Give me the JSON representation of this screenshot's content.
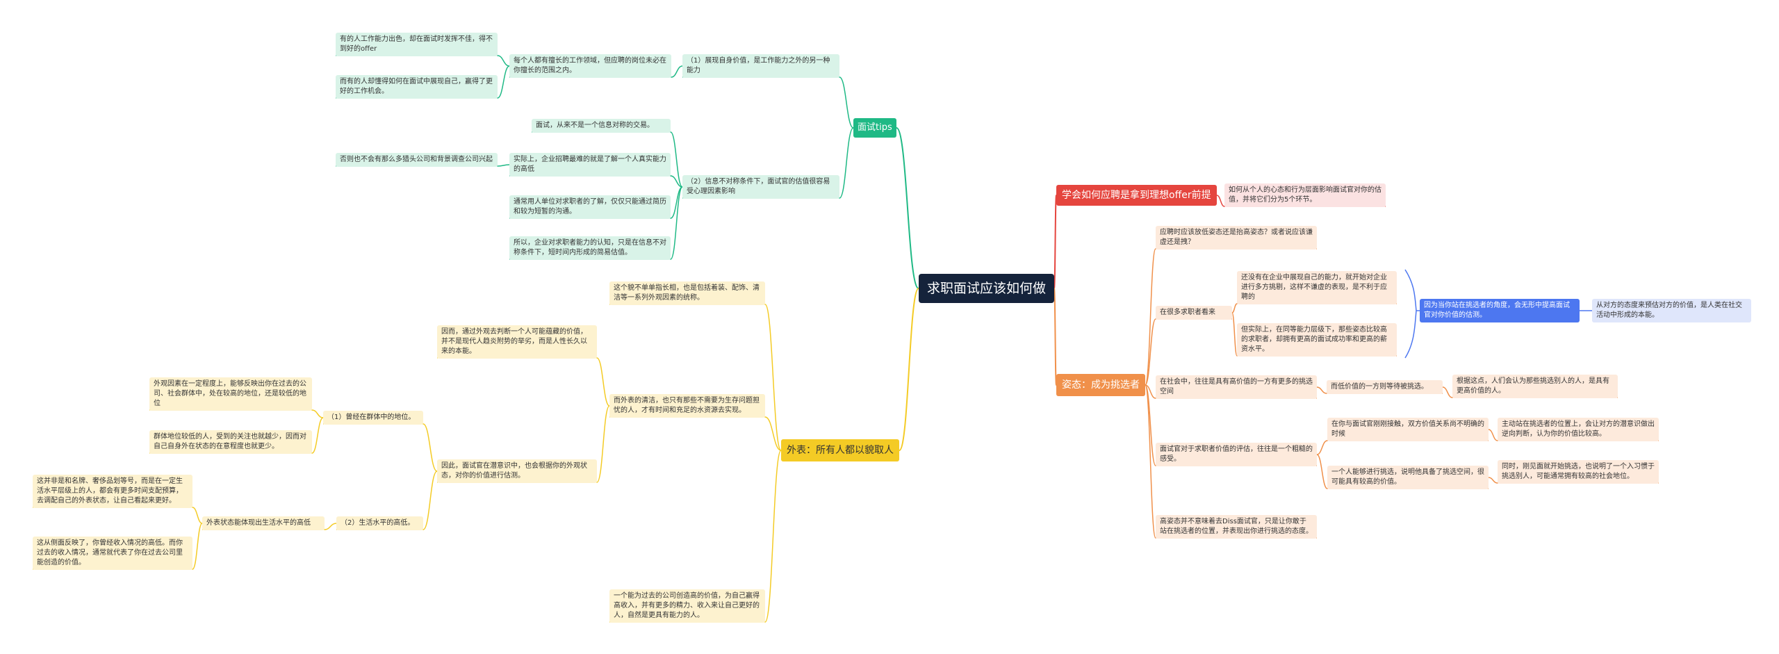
{
  "root": "求职面试应该如何做",
  "tips": {
    "label": "面试tips",
    "sub1": "（1）展现自身价值，是工作能力之外的另一种能力",
    "sub1_a": "每个人都有擅长的工作领域，但应聘的岗位未必在你擅长的范围之内。",
    "sub1_a1": "有的人工作能力出色，却在面试时发挥不佳，得不到好的offer",
    "sub1_a2": "而有的人却懂得如何在面试中展现自己，赢得了更好的工作机会。",
    "sub2": "（2）信息不对称条件下，面试官的估值很容易受心理因素影响",
    "sub2_a": "面试，从来不是一个信息对称的交易。",
    "sub2_b": "实际上，企业招聘最难的就是了解一个人真实能力的高低",
    "sub2_b1": "否则也不会有那么多猎头公司和背景调查公司兴起",
    "sub2_c": "通常用人单位对求职者的了解，仅仅只能通过简历和较为短暂的沟通。",
    "sub2_d": "所以，企业对求职者能力的认知，只是在信息不对称条件下，短时间内形成的简易估值。"
  },
  "look": {
    "label": "外表：所有人都以貌取人",
    "a": "这个貌不单单指长相，也是包括着装、配饰、清洁等一系列外观因素的统称。",
    "b": "而外表的清洁，也只有那些不需要为生存问题担忧的人，才有时间和充足的水资源去实现。",
    "b1": "因而，通过外观去判断一个人可能蕴藏的价值，并不是现代人趋炎附势的举劣，而是人性长久以来的本能。",
    "b2": "因此，面试官在潜意识中，也会根据你的外观状态，对你的价值进行估测。",
    "b2_1": "（1）曾经在群体中的地位。",
    "b2_1a": "外观因素在一定程度上，能够反映出你在过去的公司、社会群体中，处在较高的地位，还是较低的地位",
    "b2_1b": "群体地位较低的人，受到的关注也就越少，因而对自己自身外在状态的在意程度也就更少。",
    "b2_2": "（2）生活水平的高低。",
    "b2_2x": "外表状态能体现出生活水平的高低",
    "b2_2a": "这并非是和名牌、奢侈品划等号，而是在一定生活水平层级上的人，都会有更多时间支配预算，去调配自己的外表状态，让自己看起来更好。",
    "b2_2b": "这从侧面反映了，你曾经收入情况的高低。而你过去的收入情况，通常就代表了你在过去公司里能创造的价值。",
    "c": "一个能为过去的公司创造高的价值，为自己赢得高收入，并有更多的精力、收入来让自己更好的人，自然是更具有能力的人。"
  },
  "prem": {
    "label": "学会如何应聘是拿到理想offer前提",
    "a": "如何从个人的心态和行为层面影响面试官对你的估值，并将它们分为5个环节。"
  },
  "att": {
    "label": "姿态：成为挑选者",
    "a": "应聘时应该放低姿态还是抬高姿态？或者说应该谦虚还是拽？",
    "b": "在很多求职者看来",
    "b1": "还没有在企业中展现自己的能力，就开始对企业进行多方挑剔，这样不谦虚的表现，是不利于应聘的",
    "b2": "但实际上，在同等能力层级下，那些姿态比较高的求职者，却拥有更高的面试成功率和更高的薪资水平。",
    "b3": "因为当你站在挑选者的角度，会无形中提高面试官对你价值的估测。",
    "b4": "从对方的态度来预估对方的价值，是人类在社交活动中形成的本能。",
    "c": "在社会中，往往是具有高价值的一方有更多的挑选空间",
    "c1": "而低价值的一方则等待被挑选。",
    "c2": "根据这点，人们会认为那些挑选别人的人，是具有更高价值的人。",
    "d": "面试官对于求职者价值的评估，往往是一个粗糙的感受。",
    "d1": "在你与面试官刚刚接触，双方价值关系尚不明确的时候",
    "d1a": "主动站在挑选者的位置上，会让对方的潜意识做出逆向判断，认为你的价值比较高。",
    "d2": "一个人能够进行挑选，说明他具备了挑选空间，很可能具有较高的价值。",
    "d2a": "同时，刚见面就开始挑选，也说明了一个入习惯于挑选别人，可能通常拥有较高的社会地位。",
    "e": "高姿态并不意味着去Diss面试官，只是让你敢于站在挑选者的位置，并表现出你进行挑选的态度。"
  },
  "colors": {
    "green_line": "#1fb985",
    "yellow_line": "#f4cb25",
    "red_line": "#e5453e",
    "orange_line": "#f0904a",
    "blue_line": "#4d77f0"
  }
}
